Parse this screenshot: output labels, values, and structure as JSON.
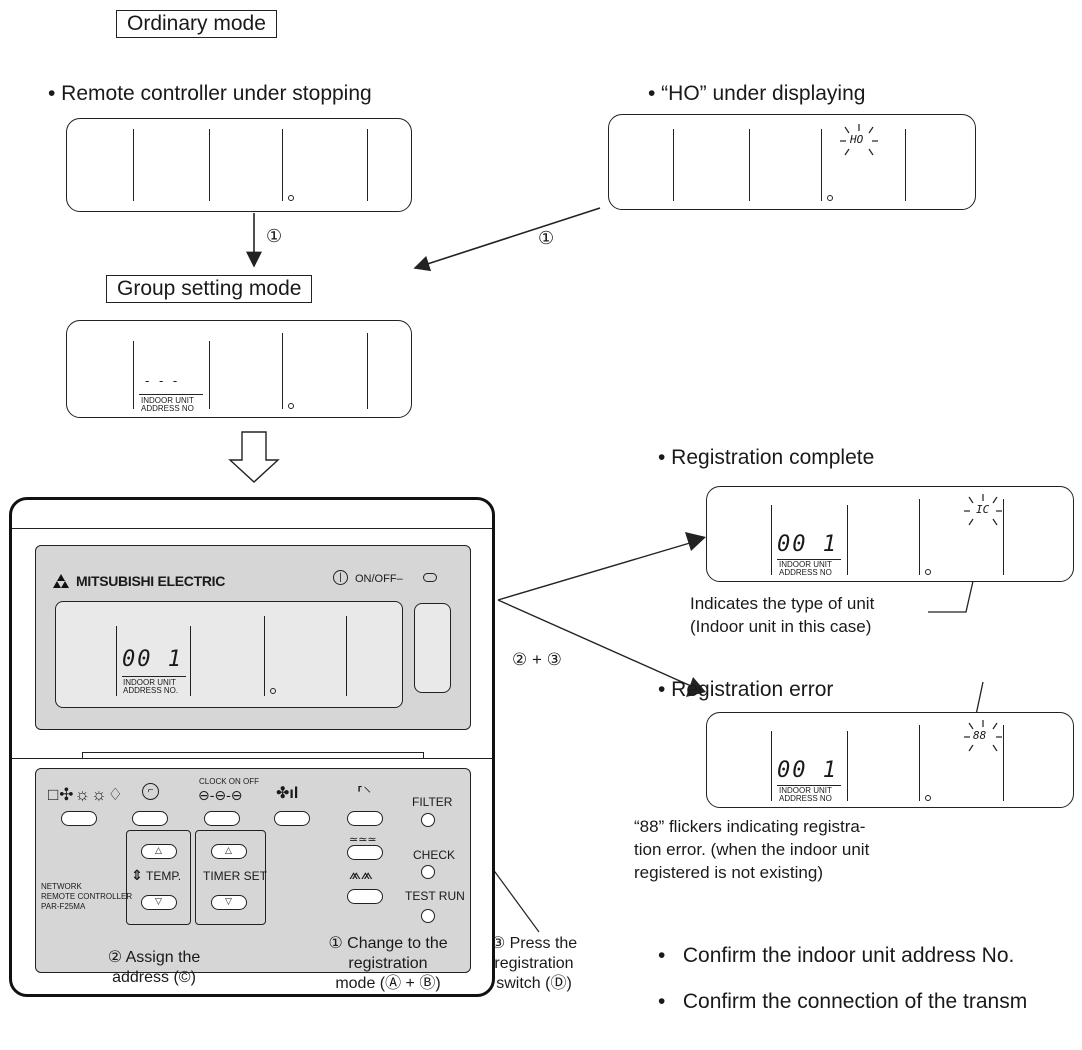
{
  "modes": {
    "ordinary": "Ordinary mode",
    "group_setting": "Group setting mode"
  },
  "states": {
    "remote_stopped": "• Remote controller under stopping",
    "ho_displaying": "• “HO” under displaying",
    "reg_complete": "• Registration complete",
    "reg_error": "• Registration error"
  },
  "lcd": {
    "dashes": "- - -",
    "indoor_unit": "INDOOR UNIT",
    "address_no": "ADDRESS NO",
    "address_no_dot": "ADDRESS NO.",
    "unit_value": "00 1",
    "ho_code": "HO",
    "ic_code": "IC",
    "err_code": "88"
  },
  "steps": {
    "one": "①",
    "two_plus_three": "② + ③"
  },
  "annotations": {
    "type_line1": "Indicates the type of unit",
    "type_line2": "(Indoor unit in this case)",
    "err_line1": "“88” flickers indicating registra-",
    "err_line2": "tion error. (when the indoor unit",
    "err_line3": "registered is not existing)"
  },
  "controller": {
    "brand": "MITSUBISHI ELECTRIC",
    "power_label": "ON/OFF",
    "mode_icons": "□✣☼☼♢",
    "clock_label": "CLOCK ON   OFF",
    "filter": "FILTER",
    "check": "CHECK",
    "test_run": "TEST RUN",
    "temp": "TEMP.",
    "timer_set": "TIMER SET",
    "model_line1": "NETWORK",
    "model_line2": "REMOTE CONTROLLER",
    "model_line3": "PAR-F25MA"
  },
  "captions": {
    "assign": [
      "② Assign the",
      "address (©)"
    ],
    "change": [
      "① Change to the",
      "registration",
      "mode (Ⓐ + Ⓑ)"
    ],
    "press": [
      "③ Press the",
      "registration",
      "switch (Ⓓ)"
    ]
  },
  "actions": {
    "confirm_address": "Confirm the indoor unit address No.",
    "confirm_connection": "Confirm the connection of the transm"
  }
}
